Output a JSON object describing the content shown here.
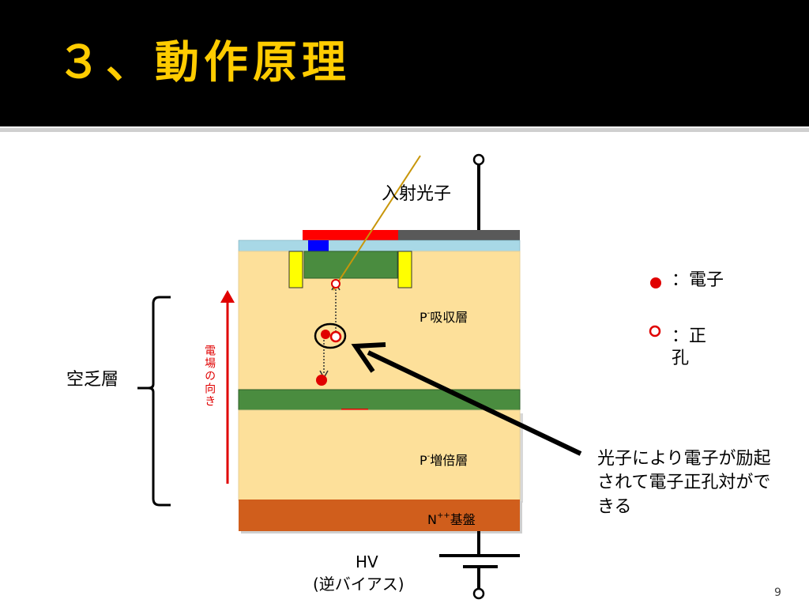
{
  "title": "３、動作原理",
  "labels": {
    "incident_photon": "入射光子",
    "absorption_layer": "吸収層",
    "multiplication_layer": "増倍層",
    "substrate": "基盤",
    "depletion_layer": "空乏層",
    "electric_field": "電場の向き",
    "hv": "HV",
    "reverse_bias": "(逆バイアス)",
    "electron_legend": "：電子",
    "hole_legend": "：正孔",
    "explanation": "光子により電子が励起されて電子正孔対ができる",
    "p_prefix": "P",
    "p_superscript": "-",
    "n_prefix": "N",
    "n_superscript": "++"
  },
  "page_number": "9",
  "colors": {
    "title_bg": "#000000",
    "title_text": "#ffcc00",
    "layer_p": "#fde09a",
    "layer_green": "#4a8c3f",
    "substrate": "#d05e1c",
    "electrode_red": "#ff0000",
    "electrode_gray": "#595959",
    "oxide_lightblue": "#a8d8e6",
    "contact_blue": "#0000ff",
    "guard_yellow": "#ffff00",
    "field_arrow": "#e00000",
    "photon_line": "#c8960a",
    "electron": "#e00000",
    "hole": "#e00000"
  }
}
